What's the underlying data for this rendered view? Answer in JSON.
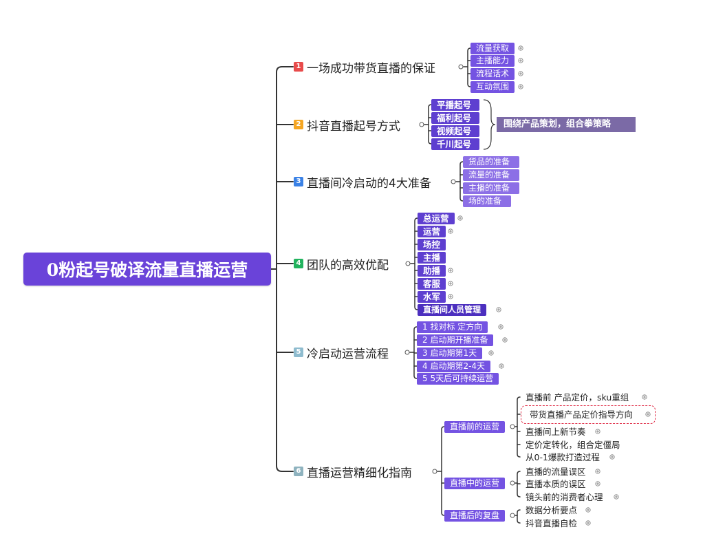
{
  "root": {
    "title": "0粉起号破译流量直播运营"
  },
  "branches": [
    {
      "num": "1",
      "numColor": "#e84b4b",
      "label": "一场成功带货直播的保证",
      "children": [
        "流量获取",
        "主播能力",
        "流程话术",
        "互动氛围"
      ]
    },
    {
      "num": "2",
      "numColor": "#f5a623",
      "label": "抖音直播起号方式",
      "children": [
        "平播起号",
        "福利起号",
        "视频起号",
        "千川起号"
      ],
      "summary": "围绕产品策划，组合拳策略"
    },
    {
      "num": "3",
      "numColor": "#3b82e6",
      "label": "直播间冷启动的4大准备",
      "children": [
        "货品的准备",
        "流量的准备",
        "主播的准备",
        "场的准备"
      ]
    },
    {
      "num": "4",
      "numColor": "#22b35e",
      "label": "团队的高效优配",
      "children": [
        "总运营",
        "运营",
        "场控",
        "主播",
        "助播",
        "客服",
        "水军",
        "直播间人员管理"
      ]
    },
    {
      "num": "5",
      "numColor": "#8fbccf",
      "label": "冷启动运营流程",
      "children": [
        "1 找对标 定方向",
        "2 启动期开播准备",
        "3 启动期第1天",
        "4 启动期第2-4天",
        "5 5天后可持续运营"
      ]
    },
    {
      "num": "6",
      "numColor": "#8fb3bf",
      "label": "直播运营精细化指南",
      "groups": [
        {
          "label": "直播前的运营",
          "items": [
            "直播前 产品定价，sku重组",
            "带货直播产品定价指导方向",
            "直播间上新节奏",
            "定价定转化，组合定僵局",
            "从0-1爆款打造过程"
          ]
        },
        {
          "label": "直播中的运营",
          "items": [
            "直播的流量误区",
            "直播本质的误区",
            "镜头前的消费者心理"
          ]
        },
        {
          "label": "直播后的复盘",
          "items": [
            "数据分析要点",
            "抖音直播自检"
          ]
        }
      ]
    }
  ],
  "colors": {
    "accent": "#6a43d9",
    "chip": "#7453e2",
    "line": "#333333",
    "highlight": "#e0304a"
  }
}
